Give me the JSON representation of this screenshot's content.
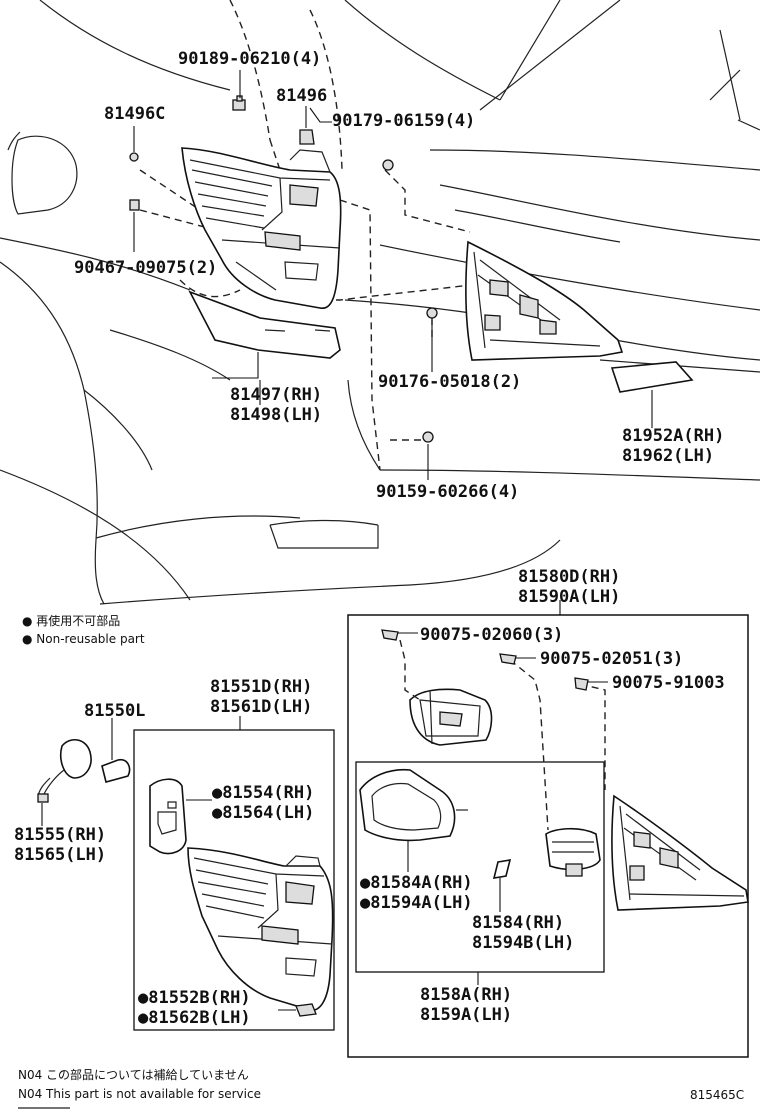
{
  "labels": {
    "l_90189": "90189-06210(4)",
    "l_81496": "81496",
    "l_81496c": "81496C",
    "l_90179": "90179-06159(4)",
    "l_90467": "90467-09075(2)",
    "l_81497": "81497(RH)",
    "l_81498": "81498(LH)",
    "l_90176": "90176-05018(2)",
    "l_81952a": "81952A(RH)",
    "l_81962": "81962(LH)",
    "l_90159": "90159-60266(4)",
    "l_81580d": "81580D(RH)",
    "l_81590a": "81590A(LH)",
    "l_90075_02060": "90075-02060(3)",
    "l_90075_02051": "90075-02051(3)",
    "l_90075_91003": "90075-91003",
    "l_81550l": "81550L",
    "l_81551d": "81551D(RH)",
    "l_81561d": "81561D(LH)",
    "l_81555": "81555(RH)",
    "l_81565": "81565(LH)",
    "l_81554": "●81554(RH)",
    "l_81564": "●81564(LH)",
    "l_81584a": "●81584A(RH)",
    "l_81594a": "●81594A(LH)",
    "l_81584": "81584(RH)",
    "l_81594b": "81594B(LH)",
    "l_81552b": "●81552B(RH)",
    "l_81562b": "●81562B(LH)",
    "l_8158a": "8158A(RH)",
    "l_8159a": "8159A(LH)"
  },
  "legend": {
    "jp": "● 再使用不可部品",
    "en": "● Non-reusable part"
  },
  "footnotes": {
    "jp": "N04 この部品については補給していません",
    "en": "N04 This part is not available for service"
  },
  "figure_id": "815465C"
}
